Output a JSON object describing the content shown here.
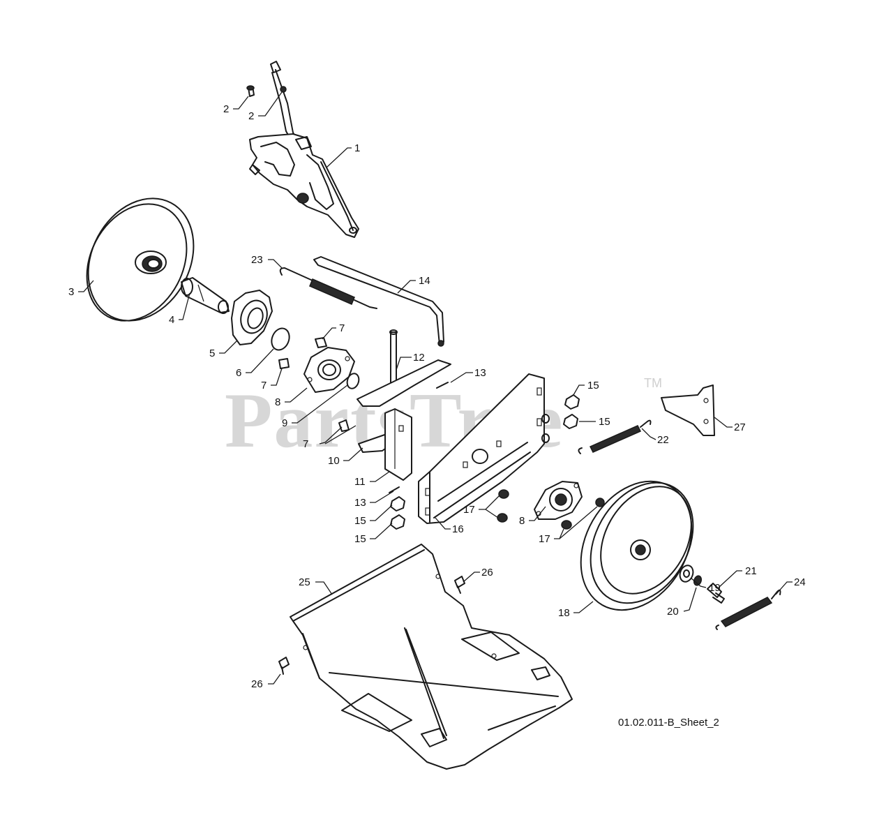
{
  "watermark": {
    "text": "PartsTree",
    "trademark": "TM"
  },
  "sheet_id": "01.02.011-B_Sheet_2",
  "callouts": [
    {
      "id": "c1",
      "number": "1"
    },
    {
      "id": "c2a",
      "number": "2"
    },
    {
      "id": "c2b",
      "number": "2"
    },
    {
      "id": "c3",
      "number": "3"
    },
    {
      "id": "c4",
      "number": "4"
    },
    {
      "id": "c5",
      "number": "5"
    },
    {
      "id": "c6",
      "number": "6"
    },
    {
      "id": "c7a",
      "number": "7"
    },
    {
      "id": "c7b",
      "number": "7"
    },
    {
      "id": "c7c",
      "number": "7"
    },
    {
      "id": "c8a",
      "number": "8"
    },
    {
      "id": "c8b",
      "number": "8"
    },
    {
      "id": "c9",
      "number": "9"
    },
    {
      "id": "c10",
      "number": "10"
    },
    {
      "id": "c11",
      "number": "11"
    },
    {
      "id": "c12",
      "number": "12"
    },
    {
      "id": "c13a",
      "number": "13"
    },
    {
      "id": "c13b",
      "number": "13"
    },
    {
      "id": "c14",
      "number": "14"
    },
    {
      "id": "c15a",
      "number": "15"
    },
    {
      "id": "c15b",
      "number": "15"
    },
    {
      "id": "c15c",
      "number": "15"
    },
    {
      "id": "c15d",
      "number": "15"
    },
    {
      "id": "c16",
      "number": "16"
    },
    {
      "id": "c17a",
      "number": "17"
    },
    {
      "id": "c17b",
      "number": "17"
    },
    {
      "id": "c18",
      "number": "18"
    },
    {
      "id": "c19",
      "number": "19"
    },
    {
      "id": "c20",
      "number": "20"
    },
    {
      "id": "c21",
      "number": "21"
    },
    {
      "id": "c22",
      "number": "22"
    },
    {
      "id": "c23",
      "number": "23"
    },
    {
      "id": "c24",
      "number": "24"
    },
    {
      "id": "c25",
      "number": "25"
    },
    {
      "id": "c26a",
      "number": "26"
    },
    {
      "id": "c26b",
      "number": "26"
    },
    {
      "id": "c27",
      "number": "27"
    }
  ]
}
